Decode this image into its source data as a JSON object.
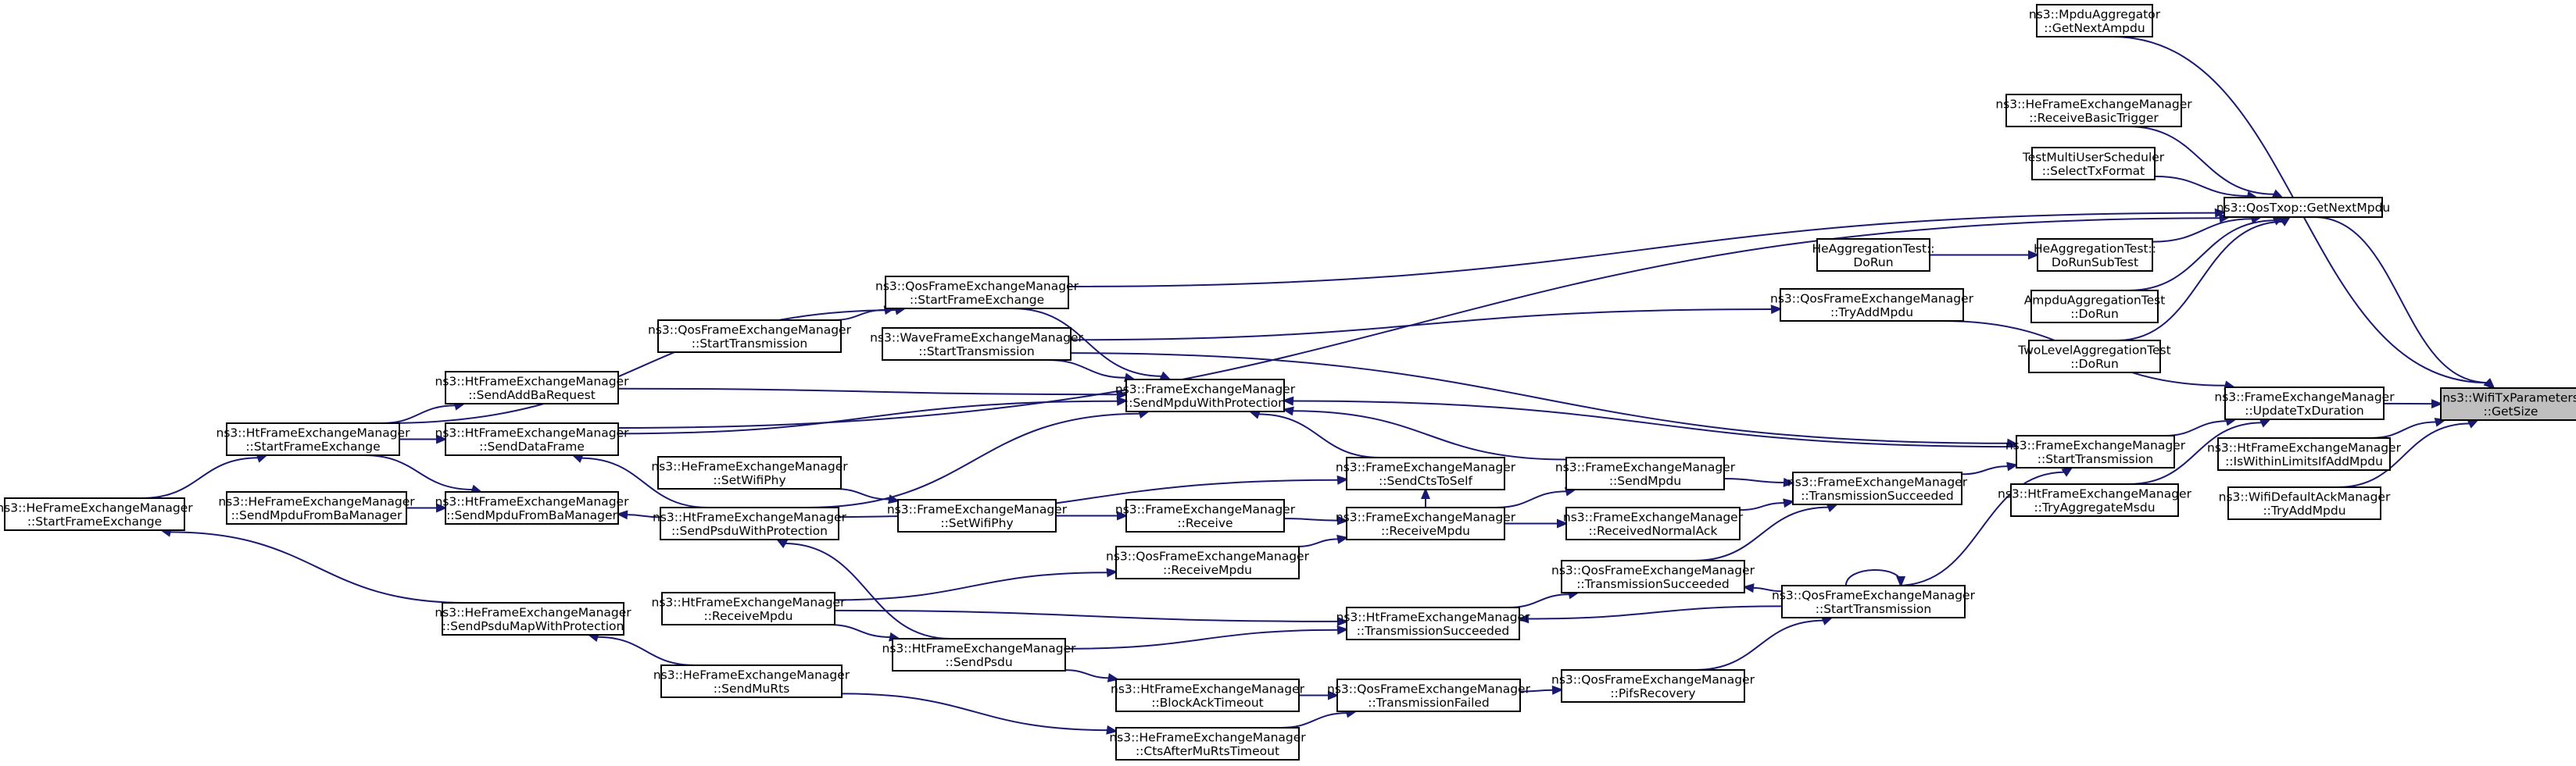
{
  "colors": {
    "edge": "#191970",
    "node_border": "#000000",
    "highlight_fill": "#bfbfbf",
    "background": "#ffffff"
  },
  "nodes": [
    {
      "id": "target",
      "lines": [
        "ns3::WifiTxParameters",
        "::GetSize"
      ],
      "highlight": true
    },
    {
      "id": "mpdu_agg_next",
      "lines": [
        "ns3::MpduAggregator",
        "::GetNextAmpdu"
      ]
    },
    {
      "id": "he_recv_trigger",
      "lines": [
        "ns3::HeFrameExchangeManager",
        "::ReceiveBasicTrigger"
      ]
    },
    {
      "id": "test_mu_sched",
      "lines": [
        "TestMultiUserScheduler",
        "::SelectTxFormat"
      ]
    },
    {
      "id": "qos_txop",
      "lines": [
        "ns3::QosTxop::GetNextMpdu"
      ]
    },
    {
      "id": "he_agg_dorun",
      "lines": [
        "HeAggregationTest::",
        "DoRun"
      ]
    },
    {
      "id": "he_agg_subtest",
      "lines": [
        "HeAggregationTest::",
        "DoRunSubTest"
      ]
    },
    {
      "id": "ampdu_agg_test",
      "lines": [
        "AmpduAggregationTest",
        "::DoRun"
      ]
    },
    {
      "id": "two_level_test",
      "lines": [
        "TwoLevelAggregationTest",
        "::DoRun"
      ]
    },
    {
      "id": "fem_update_dur",
      "lines": [
        "ns3::FrameExchangeManager",
        "::UpdateTxDuration"
      ]
    },
    {
      "id": "ht_within_limits",
      "lines": [
        "ns3::HtFrameExchangeManager",
        "::IsWithinLimitsIfAddMpdu"
      ]
    },
    {
      "id": "wifi_ack_add",
      "lines": [
        "ns3::WifiDefaultAckManager",
        "::TryAddMpdu"
      ]
    },
    {
      "id": "qos_try_add",
      "lines": [
        "ns3::QosFrameExchangeManager",
        "::TryAddMpdu"
      ]
    },
    {
      "id": "fem_start_tx",
      "lines": [
        "ns3::FrameExchangeManager",
        "::StartTransmission"
      ]
    },
    {
      "id": "ht_try_agg_msdu",
      "lines": [
        "ns3::HtFrameExchangeManager",
        "::TryAggregateMsdu"
      ]
    },
    {
      "id": "qos_start_fe",
      "lines": [
        "ns3::QosFrameExchangeManager",
        "::StartFrameExchange"
      ]
    },
    {
      "id": "qos_start_tx_l",
      "lines": [
        "ns3::QosFrameExchangeManager",
        "::StartTransmission"
      ]
    },
    {
      "id": "wave_start_tx",
      "lines": [
        "ns3::WaveFrameExchangeManager",
        "::StartTransmission"
      ]
    },
    {
      "id": "ht_send_addba",
      "lines": [
        "ns3::HtFrameExchangeManager",
        "::SendAddBaRequest"
      ]
    },
    {
      "id": "fem_send_mpdu_prot",
      "lines": [
        "ns3::FrameExchangeManager",
        "::SendMpduWithProtection"
      ]
    },
    {
      "id": "ht_start_fe",
      "lines": [
        "ns3::HtFrameExchangeManager",
        "::StartFrameExchange"
      ]
    },
    {
      "id": "ht_send_data",
      "lines": [
        "ns3::HtFrameExchangeManager",
        "::SendDataFrame"
      ]
    },
    {
      "id": "he_start_fe",
      "lines": [
        "ns3::HeFrameExchangeManager",
        "::StartFrameExchange"
      ]
    },
    {
      "id": "he_send_mpdu_ba",
      "lines": [
        "ns3::HeFrameExchangeManager",
        "::SendMpduFromBaManager"
      ]
    },
    {
      "id": "ht_send_mpdu_ba",
      "lines": [
        "ns3::HtFrameExchangeManager",
        "::SendMpduFromBaManager"
      ]
    },
    {
      "id": "he_set_phy",
      "lines": [
        "ns3::HeFrameExchangeManager",
        "::SetWifiPhy"
      ]
    },
    {
      "id": "ht_send_psdu_prot",
      "lines": [
        "ns3::HtFrameExchangeManager",
        "::SendPsduWithProtection"
      ]
    },
    {
      "id": "fem_set_phy",
      "lines": [
        "ns3::FrameExchangeManager",
        "::SetWifiPhy"
      ]
    },
    {
      "id": "fem_receive",
      "lines": [
        "ns3::FrameExchangeManager",
        "::Receive"
      ]
    },
    {
      "id": "fem_send_cts_self",
      "lines": [
        "ns3::FrameExchangeManager",
        "::SendCtsToSelf"
      ]
    },
    {
      "id": "fem_receive_mpdu",
      "lines": [
        "ns3::FrameExchangeManager",
        "::ReceiveMpdu"
      ]
    },
    {
      "id": "fem_send_mpdu",
      "lines": [
        "ns3::FrameExchangeManager",
        "::SendMpdu"
      ]
    },
    {
      "id": "fem_recv_normal_ack",
      "lines": [
        "ns3::FrameExchangeManager",
        "::ReceivedNormalAck"
      ]
    },
    {
      "id": "fem_tx_succeeded",
      "lines": [
        "ns3::FrameExchangeManager",
        "::TransmissionSucceeded"
      ]
    },
    {
      "id": "qos_receive_mpdu",
      "lines": [
        "ns3::QosFrameExchangeManager",
        "::ReceiveMpdu"
      ]
    },
    {
      "id": "ht_receive_mpdu",
      "lines": [
        "ns3::HtFrameExchangeManager",
        "::ReceiveMpdu"
      ]
    },
    {
      "id": "qos_tx_succeeded",
      "lines": [
        "ns3::QosFrameExchangeManager",
        "::TransmissionSucceeded"
      ]
    },
    {
      "id": "ht_tx_succeeded",
      "lines": [
        "ns3::HtFrameExchangeManager",
        "::TransmissionSucceeded"
      ]
    },
    {
      "id": "qos_start_tx_r",
      "lines": [
        "ns3::QosFrameExchangeManager",
        "::StartTransmission"
      ]
    },
    {
      "id": "he_send_psdu_map",
      "lines": [
        "ns3::HeFrameExchangeManager",
        "::SendPsduMapWithProtection"
      ]
    },
    {
      "id": "ht_send_psdu",
      "lines": [
        "ns3::HtFrameExchangeManager",
        "::SendPsdu"
      ]
    },
    {
      "id": "he_send_mu_rts",
      "lines": [
        "ns3::HeFrameExchangeManager",
        "::SendMuRts"
      ]
    },
    {
      "id": "ht_blockack_timeout",
      "lines": [
        "ns3::HtFrameExchangeManager",
        "::BlockAckTimeout"
      ]
    },
    {
      "id": "qos_tx_failed",
      "lines": [
        "ns3::QosFrameExchangeManager",
        "::TransmissionFailed"
      ]
    },
    {
      "id": "qos_pifs_recovery",
      "lines": [
        "ns3::QosFrameExchangeManager",
        "::PifsRecovery"
      ]
    },
    {
      "id": "he_cts_after_murts",
      "lines": [
        "ns3::HeFrameExchangeManager",
        "::CtsAfterMuRtsTimeout"
      ]
    }
  ],
  "edges": [
    [
      "mpdu_agg_next",
      "target"
    ],
    [
      "qos_txop",
      "target"
    ],
    [
      "fem_update_dur",
      "target"
    ],
    [
      "ht_within_limits",
      "target"
    ],
    [
      "wifi_ack_add",
      "target"
    ],
    [
      "he_recv_trigger",
      "qos_txop"
    ],
    [
      "test_mu_sched",
      "qos_txop"
    ],
    [
      "he_agg_subtest",
      "qos_txop"
    ],
    [
      "ampdu_agg_test",
      "qos_txop"
    ],
    [
      "two_level_test",
      "qos_txop"
    ],
    [
      "qos_start_fe",
      "qos_txop"
    ],
    [
      "ht_send_data",
      "qos_txop"
    ],
    [
      "he_agg_dorun",
      "he_agg_subtest"
    ],
    [
      "qos_try_add",
      "fem_update_dur"
    ],
    [
      "fem_start_tx",
      "fem_update_dur"
    ],
    [
      "ht_try_agg_msdu",
      "fem_update_dur"
    ],
    [
      "wave_start_tx",
      "qos_try_add"
    ],
    [
      "qos_start_tx_l",
      "qos_start_fe"
    ],
    [
      "ht_start_fe",
      "qos_start_fe"
    ],
    [
      "wave_start_tx",
      "fem_start_tx"
    ],
    [
      "fem_tx_succeeded",
      "fem_start_tx"
    ],
    [
      "qos_start_tx_r",
      "fem_start_tx"
    ],
    [
      "fem_start_tx",
      "fem_send_mpdu_prot"
    ],
    [
      "qos_start_fe",
      "fem_send_mpdu_prot"
    ],
    [
      "wave_start_tx",
      "fem_send_mpdu_prot"
    ],
    [
      "ht_send_addba",
      "fem_send_mpdu_prot"
    ],
    [
      "ht_send_data",
      "fem_send_mpdu_prot"
    ],
    [
      "ht_send_psdu_prot",
      "fem_send_mpdu_prot"
    ],
    [
      "fem_send_cts_self",
      "fem_send_mpdu_prot"
    ],
    [
      "fem_send_mpdu",
      "fem_send_mpdu_prot"
    ],
    [
      "ht_start_fe",
      "ht_send_addba"
    ],
    [
      "ht_start_fe",
      "ht_send_data"
    ],
    [
      "ht_start_fe",
      "ht_send_mpdu_ba"
    ],
    [
      "he_start_fe",
      "ht_start_fe"
    ],
    [
      "he_send_mpdu_ba",
      "ht_send_mpdu_ba"
    ],
    [
      "ht_send_psdu_prot",
      "ht_send_data"
    ],
    [
      "ht_send_psdu_prot",
      "ht_send_mpdu_ba"
    ],
    [
      "ht_send_psdu_prot",
      "fem_send_cts_self"
    ],
    [
      "ht_send_psdu",
      "ht_send_psdu_prot"
    ],
    [
      "he_set_phy",
      "fem_set_phy"
    ],
    [
      "fem_set_phy",
      "fem_receive"
    ],
    [
      "fem_receive",
      "fem_receive_mpdu"
    ],
    [
      "fem_receive_mpdu",
      "fem_send_cts_self"
    ],
    [
      "fem_receive_mpdu",
      "fem_send_mpdu"
    ],
    [
      "fem_receive_mpdu",
      "fem_recv_normal_ack"
    ],
    [
      "fem_send_mpdu",
      "fem_tx_succeeded"
    ],
    [
      "fem_recv_normal_ack",
      "fem_tx_succeeded"
    ],
    [
      "qos_tx_succeeded",
      "fem_tx_succeeded"
    ],
    [
      "qos_receive_mpdu",
      "fem_receive_mpdu"
    ],
    [
      "ht_receive_mpdu",
      "qos_receive_mpdu"
    ],
    [
      "ht_tx_succeeded",
      "qos_tx_succeeded"
    ],
    [
      "qos_start_tx_r",
      "qos_tx_succeeded"
    ],
    [
      "qos_start_tx_r",
      "ht_tx_succeeded"
    ],
    [
      "ht_send_psdu",
      "ht_tx_succeeded"
    ],
    [
      "ht_receive_mpdu",
      "ht_tx_succeeded"
    ],
    [
      "qos_start_tx_r",
      "qos_start_tx_r"
    ],
    [
      "qos_pifs_recovery",
      "qos_start_tx_r"
    ],
    [
      "qos_tx_failed",
      "qos_pifs_recovery"
    ],
    [
      "ht_blockack_timeout",
      "qos_tx_failed"
    ],
    [
      "he_cts_after_murts",
      "qos_tx_failed"
    ],
    [
      "ht_receive_mpdu",
      "ht_send_psdu"
    ],
    [
      "ht_send_psdu",
      "ht_blockack_timeout"
    ],
    [
      "he_send_psdu_map",
      "he_start_fe"
    ],
    [
      "he_send_mu_rts",
      "he_send_psdu_map"
    ],
    [
      "he_send_mu_rts",
      "he_cts_after_murts"
    ]
  ]
}
